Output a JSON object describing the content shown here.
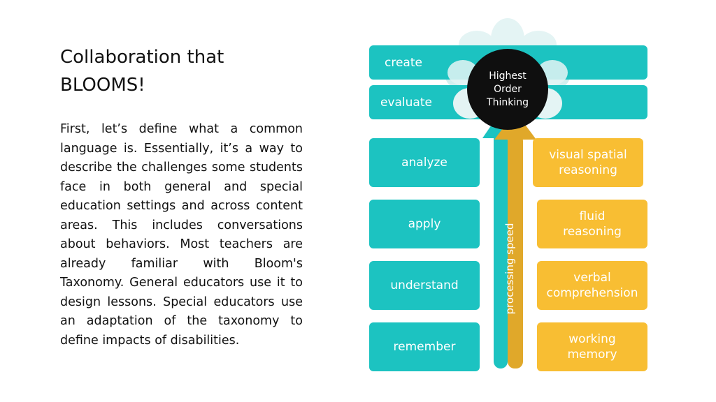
{
  "heading": {
    "line1": "Collaboration that",
    "line2": "BLOOMS!"
  },
  "body_text": "First, let’s define what a common language is. Essentially, it’s a way to describe the challenges some students face in both general and special education settings and across content areas. This includes conversations about behaviors. Most teachers are already familiar with Bloom's Taxonomy. General educators use it to design lessons. Special educators use an adaptation of the taxonomy to define impacts of disabilities.",
  "diagram": {
    "center_label": {
      "line1": "Highest",
      "line2": "Order",
      "line3": "Thinking"
    },
    "bloom_levels": {
      "create": "create",
      "evaluate": "evaluate",
      "analyze": "analyze",
      "apply": "apply",
      "understand": "understand",
      "remember": "remember"
    },
    "cognitive_skills": {
      "visual_spatial": {
        "line1": "visual spatial",
        "line2": "reasoning"
      },
      "fluid": {
        "line1": "fluid",
        "line2": "reasoning"
      },
      "verbal": {
        "line1": "verbal",
        "line2": "comprehension"
      },
      "working_memory": {
        "line1": "working",
        "line2": "memory"
      }
    },
    "arrow_label": "processing speed",
    "colors": {
      "teal": "#1cc3c1",
      "gold": "#f8be33",
      "dark_gold": "#e0a82a",
      "petal": "#e4f4f4",
      "center": "#0f0f0f"
    }
  }
}
